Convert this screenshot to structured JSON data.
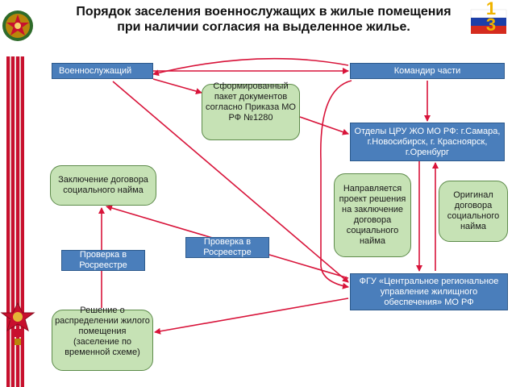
{
  "title": "Порядок заселения военнослужащих в жилые помещения при наличии согласия на выделенное жилье.",
  "page_number": "13",
  "boxes": {
    "serviceman": "Военнослужащий",
    "commander": "Командир части",
    "package": "Сформированный пакет документов согласно Приказа МО РФ №1280",
    "departments": "Отделы ЦРУ ЖО МО РФ: г.Самара, г.Новосибирск, г. Красноярск, г.Оренбург",
    "contract": "Заключение договора социального найма",
    "project": "Направляется проект решения на заключение договора социального найма",
    "original": "Оригинал договора социального найма",
    "check1": "Проверка в Росреестре",
    "check2": "Проверка в Росреестре",
    "fgu": "ФГУ «Центральное региональное управление жилищного обеспечения» МО РФ",
    "decision": "Решение о распределении жилого помещения (заселение по временной схеме)"
  },
  "colors": {
    "box_blue": "#4a7ebb",
    "box_green": "#c6e2b5",
    "arrow": "#d8143a",
    "flag_white": "#ffffff",
    "flag_blue": "#1c3fa8",
    "flag_red": "#d52b1e"
  },
  "icons": {
    "emblem": "army-emblem-icon",
    "flag": "russian-flag-icon",
    "order": "order-medal-icon"
  }
}
